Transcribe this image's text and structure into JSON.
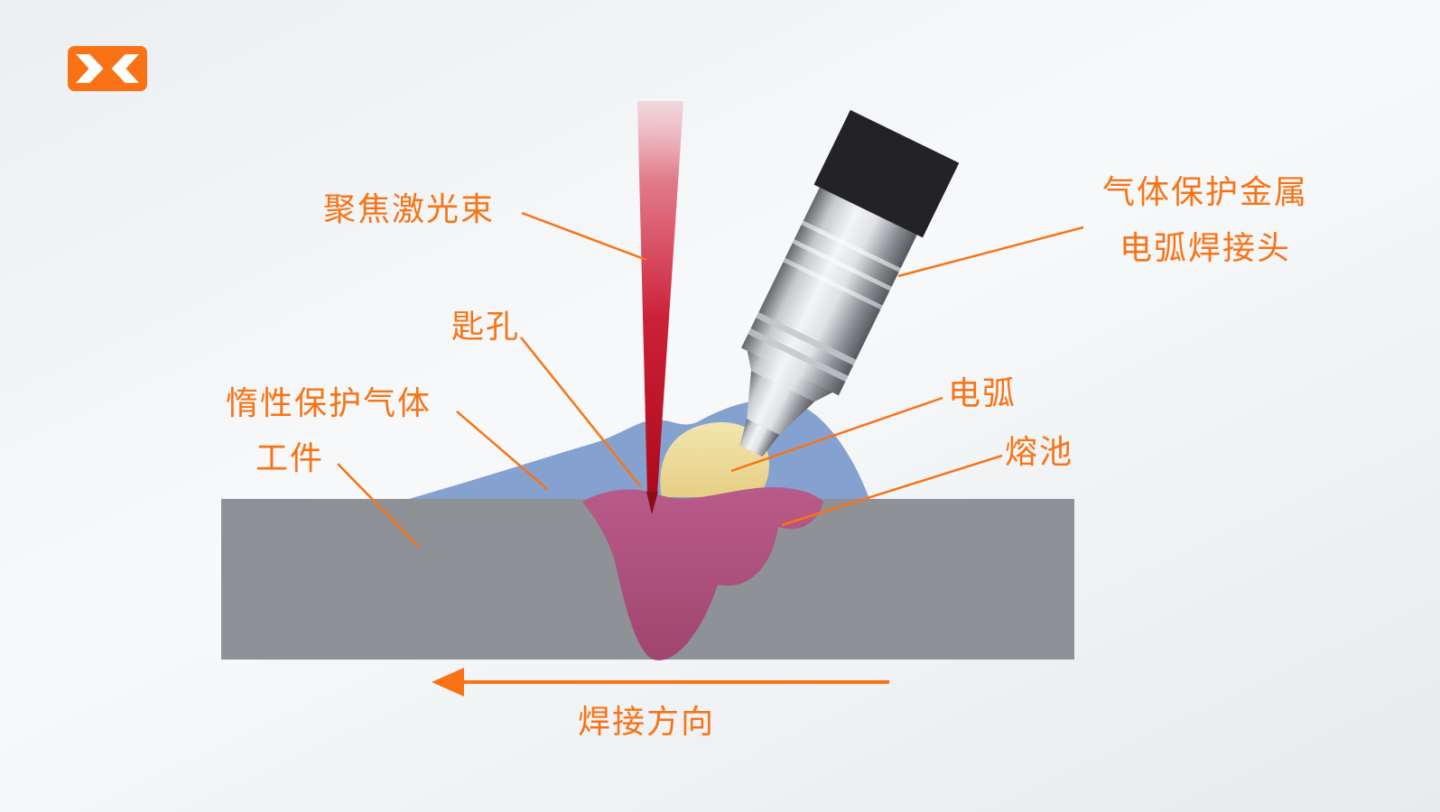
{
  "colors": {
    "accent": "#F97316",
    "laser_red": "#C11226",
    "workpiece_gray": "#8E9297",
    "shield_gas_blue": "#7E9CCE",
    "arc_yellow": "#EEDE9E",
    "melt_pool_magenta": "#AD4E7E",
    "torch_cap_black": "#232325"
  },
  "logo": {
    "icon": "double-chevron-x-icon"
  },
  "labels": {
    "laser_beam": "聚焦激光束",
    "torch_line1": "气体保护金属",
    "torch_line2": "电弧焊接头",
    "keyhole": "匙孔",
    "shield_gas": "惰性保护气体",
    "workpiece": "工件",
    "arc": "电弧",
    "melt_pool": "熔池",
    "weld_direction": "焊接方向"
  }
}
